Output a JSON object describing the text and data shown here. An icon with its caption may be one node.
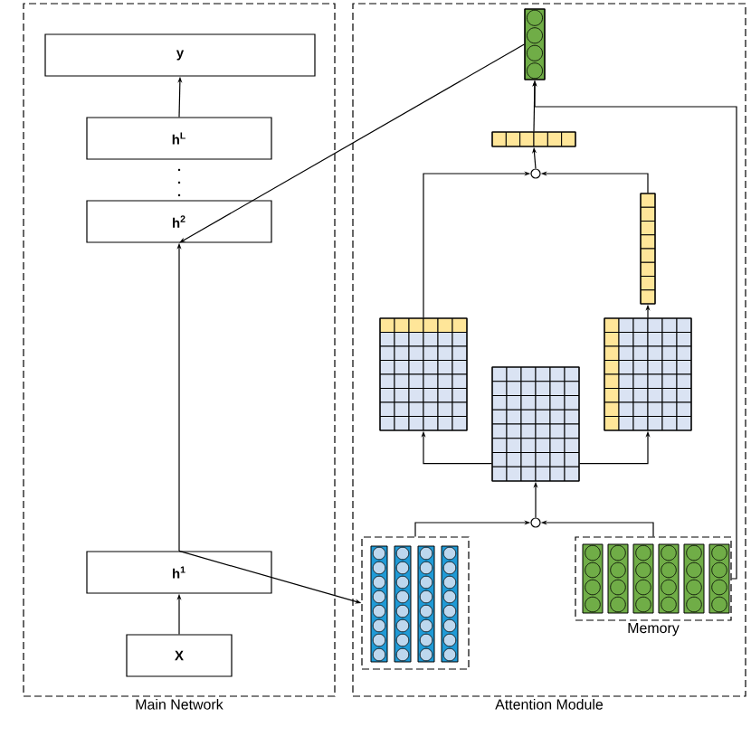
{
  "diagram": {
    "nodes": [
      {
        "text": [
          "Main Network"
        ]
      },
      {
        "text": [
          "Attention Module"
        ]
      },
      {
        "text": [
          "y"
        ],
        "in": 0
      },
      {
        "text": [
          "h$^{L}$"
        ],
        "in": 0
      },
      {
        "text": [
          "h$^{2}$"
        ],
        "in": 0
      },
      {
        "text": [
          "h$^{1}$"
        ],
        "in": 0
      },
      {
        "text": [
          "X"
        ],
        "in": 0
      },
      {
        "text": [],
        "shape": "box",
        "in": 1
      },
      {
        "text": [],
        "shape": "box",
        "in": 1
      },
      {
        "text": [],
        "shape": "circle",
        "in": 1
      },
      {
        "text": [],
        "shape": "box",
        "in": 1
      },
      {
        "text": [],
        "shape": "box",
        "in": 1
      },
      {
        "text": [],
        "shape": "box",
        "in": 1
      },
      {
        "text": [],
        "shape": "box",
        "in": 1
      },
      {
        "text": [],
        "shape": "circle",
        "in": 1
      },
      {
        "text": [],
        "shape": "box",
        "in": 1
      },
      {
        "text": [
          "Memory"
        ],
        "in": 1
      }
    ],
    "edges": [
      {
        "from": 6,
        "to": 5,
        "arrow": "to"
      },
      {
        "from": 5,
        "to": 4,
        "arrow": "to"
      },
      {
        "from": 3,
        "to": 2,
        "arrow": "to"
      },
      {
        "from": 7,
        "to": 4,
        "arrow": "to"
      },
      {
        "from": 5,
        "to": 15,
        "arrow": "to"
      },
      {
        "from": 8,
        "to": 7,
        "arrow": "to"
      },
      {
        "from": 16,
        "to": 7,
        "arrow": "to"
      },
      {
        "from": 9,
        "to": 8,
        "arrow": "to"
      },
      {
        "from": 10,
        "to": 9,
        "arrow": "to"
      },
      {
        "from": 11,
        "to": 9,
        "arrow": "to"
      },
      {
        "from": 12,
        "to": 11,
        "arrow": "to"
      },
      {
        "from": 13,
        "to": 10,
        "arrow": "to"
      },
      {
        "from": 13,
        "to": 12,
        "arrow": "to"
      },
      {
        "from": 14,
        "to": 13,
        "arrow": "to"
      },
      {
        "from": 15,
        "to": 14,
        "arrow": "to"
      },
      {
        "from": 16,
        "to": 14,
        "arrow": "to"
      }
    ]
  }
}
